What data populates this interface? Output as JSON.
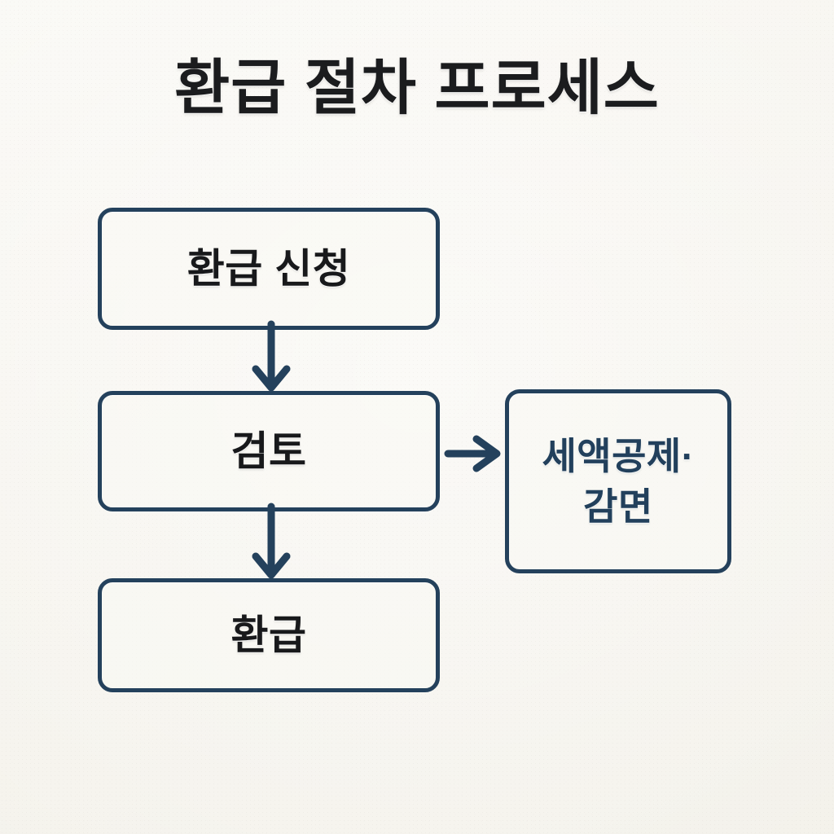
{
  "page": {
    "title": "환급 절차 프로세스",
    "background_color": "#f7f5f0",
    "accent_color": "#24415c",
    "text_color": "#18191b",
    "side_text_color": "#22405c"
  },
  "flowchart": {
    "nodes": [
      {
        "id": "apply",
        "label": "환급 신청",
        "role": "step"
      },
      {
        "id": "review",
        "label": "검토",
        "role": "step"
      },
      {
        "id": "refund",
        "label": "환급",
        "role": "step"
      },
      {
        "id": "deduction",
        "label": "세액공제·감면",
        "role": "branch"
      }
    ],
    "edges": [
      {
        "from": "apply",
        "to": "review",
        "direction": "down",
        "glyph": "down-arrow"
      },
      {
        "from": "review",
        "to": "refund",
        "direction": "down",
        "glyph": "down-arrow"
      },
      {
        "from": "review",
        "to": "deduction",
        "direction": "right",
        "glyph": "right-arrow"
      }
    ]
  }
}
